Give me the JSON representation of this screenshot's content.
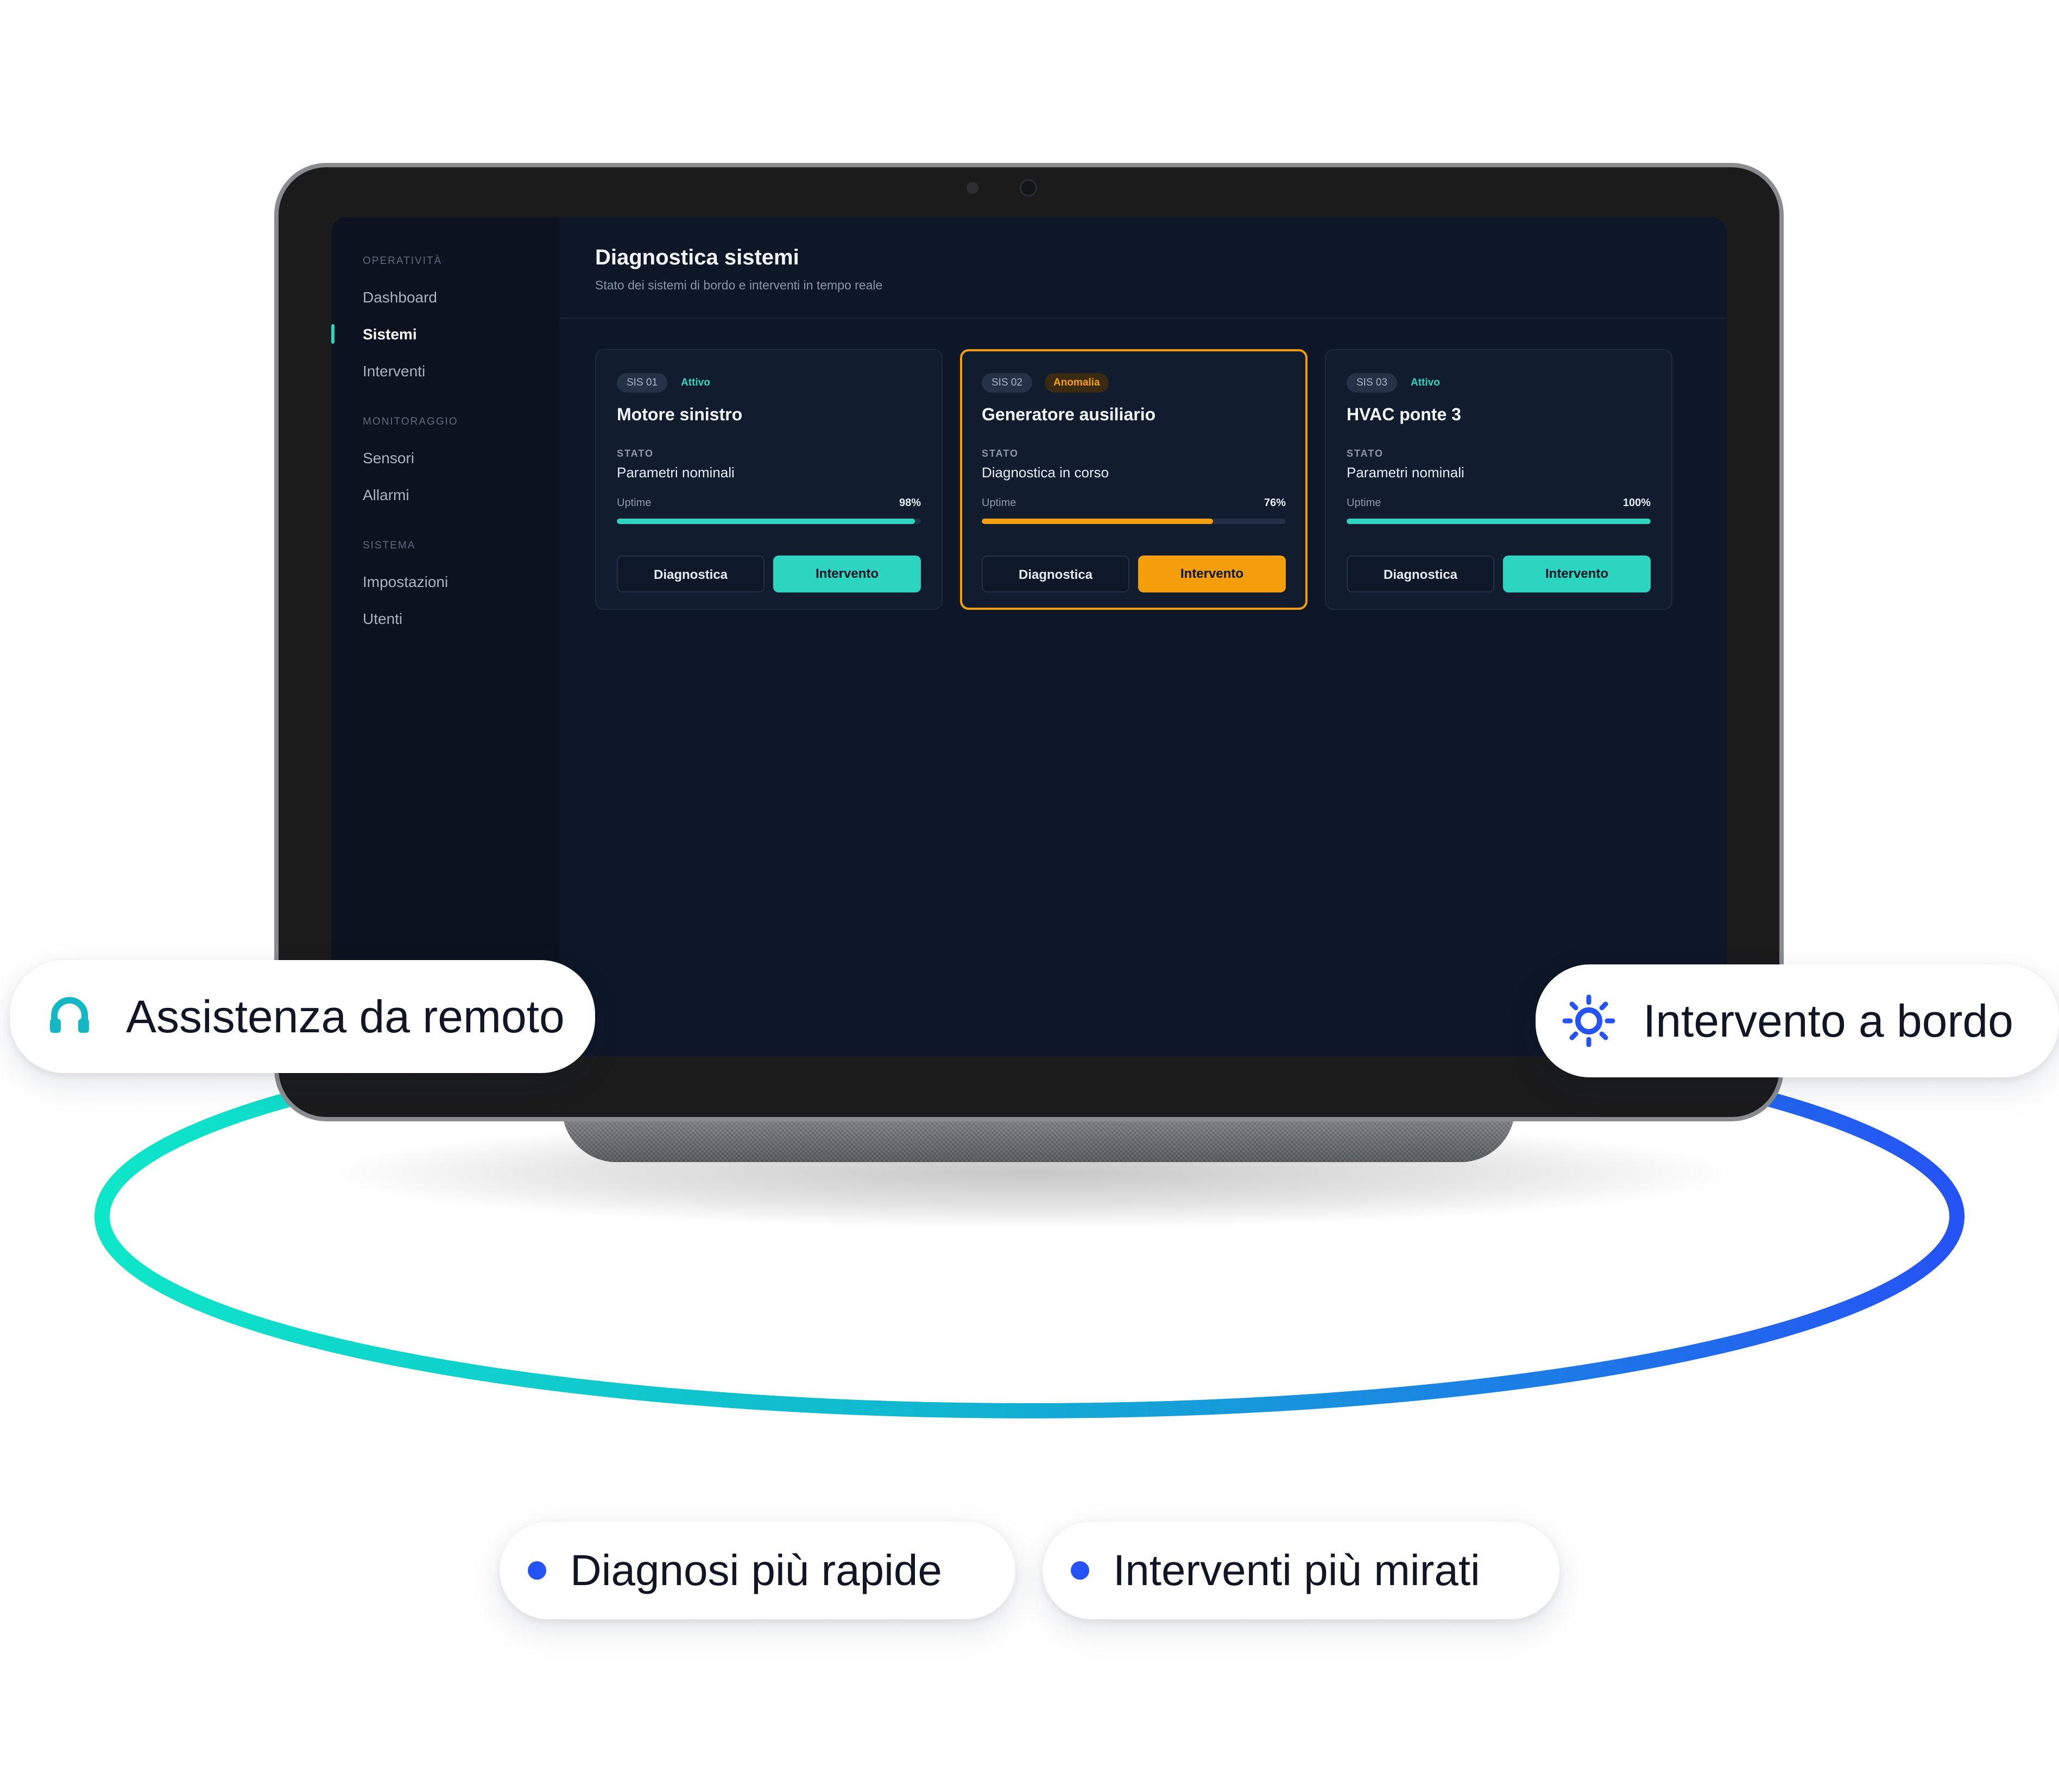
{
  "sidebar": {
    "sections": [
      {
        "title": "OPERATIVITÀ",
        "items": [
          "Dashboard",
          "Sistemi",
          "Interventi"
        ]
      },
      {
        "title": "MONITORAGGIO",
        "items": [
          "Sensori",
          "Allarmi"
        ]
      },
      {
        "title": "SISTEMA",
        "items": [
          "Impostazioni",
          "Utenti"
        ]
      }
    ],
    "active_item": "Sistemi"
  },
  "main": {
    "title": "Diagnostica sistemi",
    "subtitle": "Stato dei sistemi di bordo e interventi in tempo reale",
    "cards": [
      {
        "id": "SIS 01",
        "status": "Attivo",
        "title": "Motore sinistro",
        "stato_label": "STATO",
        "stato_value": "Parametri nominali",
        "uptime_label": "Uptime",
        "uptime_value": "98%",
        "uptime_fraction": 0.98,
        "secondary_button": "Diagnostica",
        "primary_button": "Intervento",
        "accent": "#2dd4bf"
      },
      {
        "id": "SIS 02",
        "status": "Anomalia",
        "title": "Generatore ausiliario",
        "stato_label": "STATO",
        "stato_value": "Diagnostica in corso",
        "uptime_label": "Uptime",
        "uptime_value": "76%",
        "uptime_fraction": 0.76,
        "secondary_button": "Diagnostica",
        "primary_button": "Intervento",
        "accent": "#f59e0b"
      },
      {
        "id": "SIS 03",
        "status": "Attivo",
        "title": "HVAC ponte 3",
        "stato_label": "STATO",
        "stato_value": "Parametri nominali",
        "uptime_label": "Uptime",
        "uptime_value": "100%",
        "uptime_fraction": 1.0,
        "secondary_button": "Diagnostica",
        "primary_button": "Intervento",
        "accent": "#2dd4bf"
      }
    ]
  },
  "badges": {
    "remote": {
      "label": "Assistenza da remoto",
      "icon": "headset-icon",
      "color": "#14b8c4"
    },
    "onboard": {
      "label": "Intervento a bordo",
      "icon": "gear-icon",
      "color": "#2553f5"
    }
  },
  "benefits": [
    {
      "label": "Diagnosi più rapide",
      "color": "#2553f5"
    },
    {
      "label": "Interventi più mirati",
      "color": "#2553f5"
    }
  ],
  "colors": {
    "ring_start": "#0ee6c9",
    "ring_end": "#2553f5",
    "screen_bg": "#0e1727",
    "ok": "#2dd4bf",
    "warn": "#f59e0b"
  }
}
